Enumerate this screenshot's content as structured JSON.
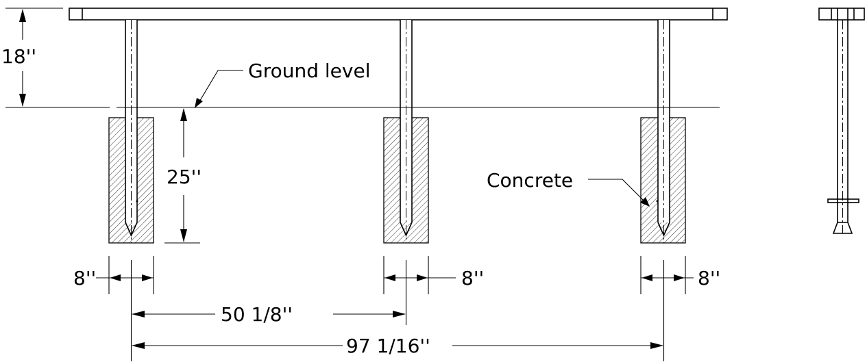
{
  "labels": {
    "ground_level": "Ground level",
    "concrete": "Concrete"
  },
  "dimensions": {
    "height_above_ground": "18''",
    "footing_depth": "25''",
    "footing_width_left": "8''",
    "footing_width_middle": "8''",
    "footing_width_right": "8''",
    "post_spacing": "50 1/8''",
    "overall_spacing": "97 1/16''"
  }
}
